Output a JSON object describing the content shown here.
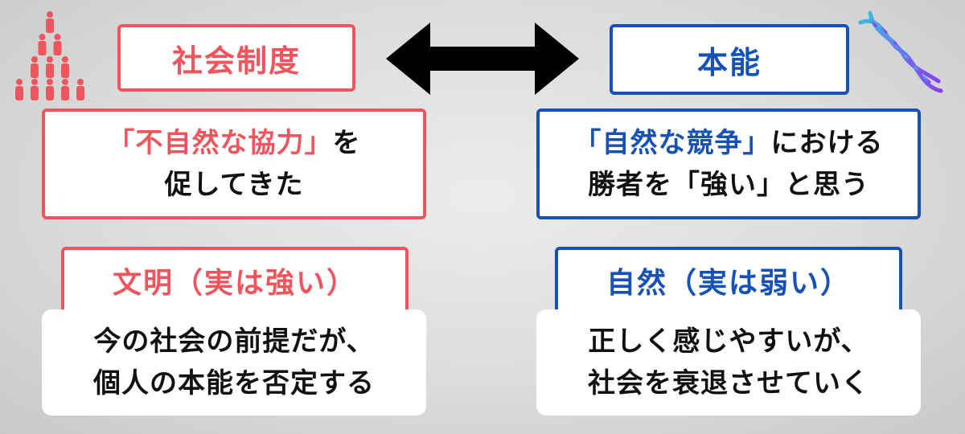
{
  "left": {
    "title": "社会制度",
    "desc_line1_highlight": "「不自然な協力」",
    "desc_line1_rest": "を",
    "desc_line2": "促してきた",
    "tag": "文明（実は強い）",
    "note_line1": "今の社会の前提だが、",
    "note_line2": "個人の本能を否定する"
  },
  "right": {
    "title": "本能",
    "desc_line1_highlight": "「自然な競争」",
    "desc_line1_rest": "における",
    "desc_line2": "勝者を「強い」と思う",
    "tag": "自然（実は弱い）",
    "note_line1": "正しく感じやすいが、",
    "note_line2": "社会を衰退させていく"
  },
  "icons": {
    "left": "people-pyramid-icon",
    "center": "double-arrow-icon",
    "right": "dna-icon"
  },
  "colors": {
    "red": "#f0555d",
    "blue": "#1651b5"
  }
}
